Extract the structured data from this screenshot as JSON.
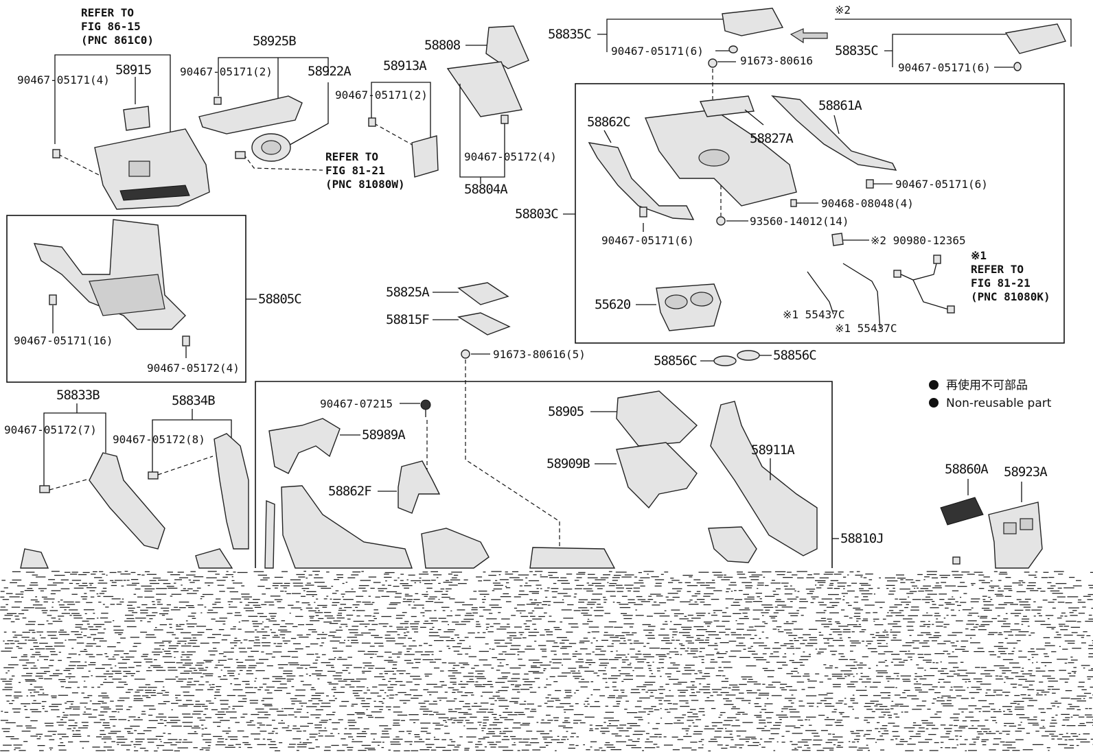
{
  "labels": {
    "ref_fig_86_15": [
      "REFER TO",
      "FIG 86-15",
      "(PNC 861C0)"
    ],
    "p58915": "58915",
    "p90467_05171_4": "90467-05171(4)",
    "p58925B": "58925B",
    "p90467_05171_2a": "90467-05171(2)",
    "p58922A": "58922A",
    "ref_fig_81_21_w": [
      "REFER TO",
      "FIG 81-21",
      "(PNC 81080W)"
    ],
    "p58913A": "58913A",
    "p90467_05171_2b": "90467-05171(2)",
    "p58808": "58808",
    "p90467_05172_4a": "90467-05172(4)",
    "p58804A": "58804A",
    "p58835C_a": "58835C",
    "p90467_05171_6a": "90467-05171(6)",
    "p91673_80616": "91673-80616",
    "mark2_top": "※2",
    "p58835C_b": "58835C",
    "p90467_05171_6b": "90467-05171(6)",
    "p58862C": "58862C",
    "p58827A": "58827A",
    "p58861A": "58861A",
    "p90467_05171_6c": "90467-05171(6)",
    "p90468_08048_4": "90468-08048(4)",
    "p58803C": "58803C",
    "p93560_14012_14": "93560-14012(14)",
    "p90467_05171_6d": "90467-05171(6)",
    "p90980_12365": "※2 90980-12365",
    "ref_fig_81_21_k": [
      "※1",
      "REFER TO",
      "FIG 81-21",
      "(PNC 81080K)"
    ],
    "p55620": "55620",
    "p55437C_a": "※1 55437C",
    "p55437C_b": "※1 55437C",
    "p58805C": "58805C",
    "p90467_05171_16": "90467-05171(16)",
    "p90467_05172_4b": "90467-05172(4)",
    "p58825A": "58825A",
    "p58815F": "58815F",
    "p91673_80616_5": "91673-80616(5)",
    "p58856C_a": "58856C",
    "p58856C_b": "58856C",
    "p58833B": "58833B",
    "p90467_05172_7": "90467-05172(7)",
    "p58834B": "58834B",
    "p90467_05172_8": "90467-05172(8)",
    "p90467_07215": "90467-07215",
    "p58989A": "58989A",
    "p58862F": "58862F",
    "p58905": "58905",
    "p58909B": "58909B",
    "p58911A": "58911A",
    "p58810J": "58810J",
    "p58860A": "58860A",
    "p58923A": "58923A"
  },
  "legend": {
    "japanese": "再使用不可部品",
    "english": "Non-reusable part"
  },
  "colors": {
    "line": "#111111",
    "part_fill": "#e4e4e4",
    "background": "#ffffff"
  }
}
